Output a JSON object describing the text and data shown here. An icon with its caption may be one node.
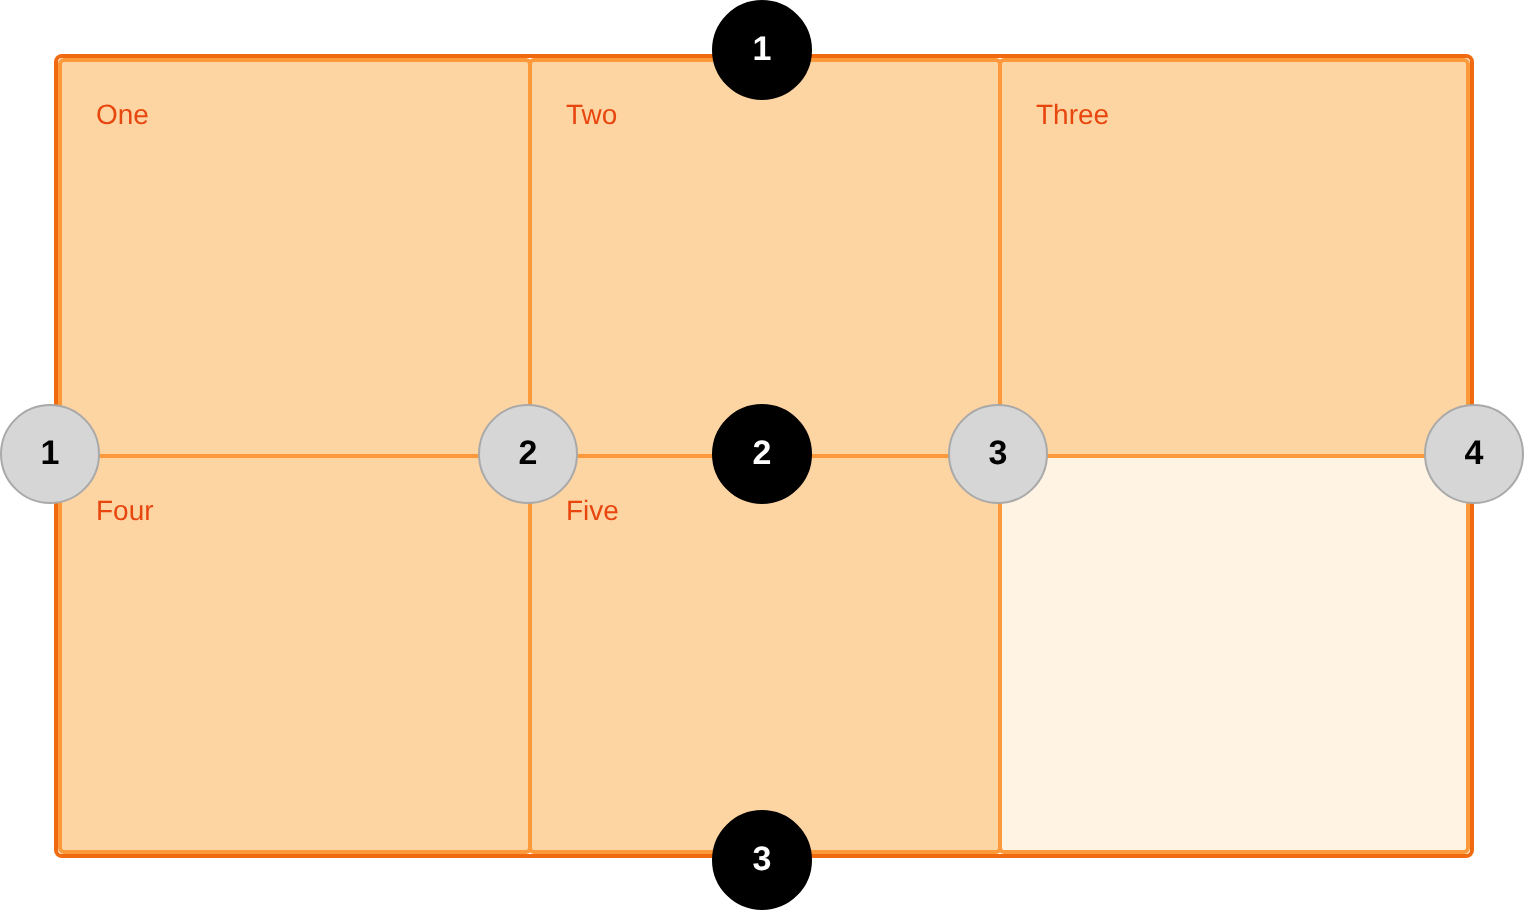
{
  "diagram": {
    "nodes": [
      {
        "text": [],
        "shape": "box"
      },
      {
        "text": [
          "One"
        ],
        "in": 0
      },
      {
        "text": [
          "Two"
        ],
        "in": 0
      },
      {
        "text": [
          "Three"
        ],
        "in": 0
      },
      {
        "text": [
          "Four"
        ],
        "in": 0
      },
      {
        "text": [
          "Five"
        ],
        "in": 0
      },
      {
        "text": [],
        "shape": "box",
        "in": 0
      },
      {
        "text": [
          "1"
        ]
      },
      {
        "text": [
          "1"
        ]
      },
      {
        "text": [
          "2"
        ],
        "in": 0
      },
      {
        "text": [
          "2"
        ],
        "in": 0
      },
      {
        "text": [
          "3"
        ],
        "in": 0
      },
      {
        "text": [
          "4"
        ]
      },
      {
        "text": [
          "3"
        ]
      }
    ]
  }
}
